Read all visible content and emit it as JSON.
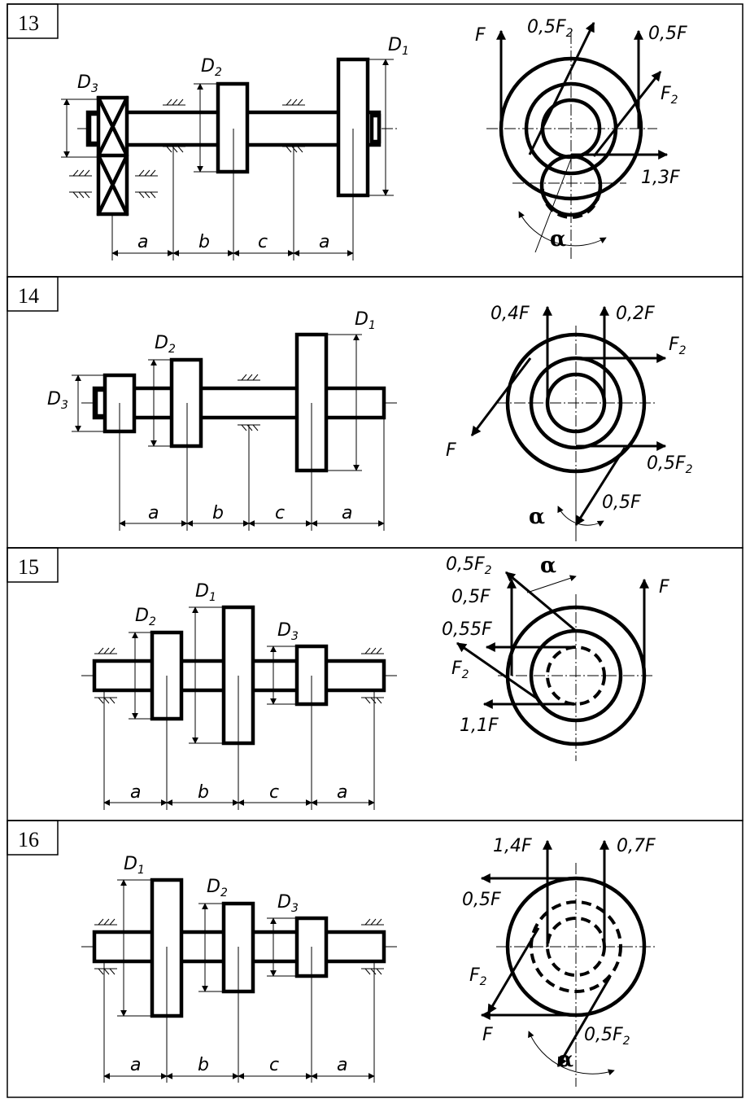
{
  "problems": [
    {
      "number": "13",
      "labels": {
        "d1": "D",
        "d1_sub": "1",
        "d2": "D",
        "d2_sub": "2",
        "d3": "D",
        "d3_sub": "3",
        "a1": "a",
        "b": "b",
        "c": "c",
        "a2": "a"
      },
      "forces": {
        "f": "F",
        "f05f2": "0,5F",
        "f05f2_sub": "2",
        "f05f": "0,5F",
        "f2": "F",
        "f2_sub": "2",
        "f13f": "1,3F",
        "alpha": "α"
      }
    },
    {
      "number": "14",
      "labels": {
        "d1": "D",
        "d1_sub": "1",
        "d2": "D",
        "d2_sub": "2",
        "d3": "D",
        "d3_sub": "3",
        "a1": "a",
        "b": "b",
        "c": "c",
        "a2": "a"
      },
      "forces": {
        "f04f": "0,4F",
        "f02f": "0,2F",
        "f2": "F",
        "f2_sub": "2",
        "f": "F",
        "f05f2": "0,5F",
        "f05f2_sub": "2",
        "f05f": "0,5F",
        "alpha": "α"
      }
    },
    {
      "number": "15",
      "labels": {
        "d1": "D",
        "d1_sub": "1",
        "d2": "D",
        "d2_sub": "2",
        "d3": "D",
        "d3_sub": "3",
        "a1": "a",
        "b": "b",
        "c": "c",
        "a2": "a"
      },
      "forces": {
        "f05f2": "0,5F",
        "f05f2_sub": "2",
        "alpha": "α",
        "f05f": "0,5F",
        "f": "F",
        "f055f": "0,55F",
        "f2": "F",
        "f2_sub": "2",
        "f11f": "1,1F"
      }
    },
    {
      "number": "16",
      "labels": {
        "d1": "D",
        "d1_sub": "1",
        "d2": "D",
        "d2_sub": "2",
        "d3": "D",
        "d3_sub": "3",
        "a1": "a",
        "b": "b",
        "c": "c",
        "a2": "a"
      },
      "forces": {
        "f14f": "1,4F",
        "f07f": "0,7F",
        "f05f": "0,5F",
        "f2": "F",
        "f2_sub": "2",
        "f": "F",
        "f05f2": "0,5F",
        "f05f2_sub": "2",
        "alpha": "α"
      }
    }
  ]
}
